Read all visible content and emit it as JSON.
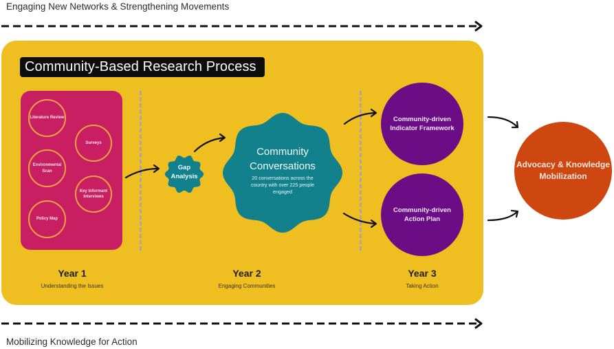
{
  "header": {
    "top_caption": "Engaging New Networks & Strengthening Movements",
    "bottom_caption": "Mobilizing Knowledge for Action"
  },
  "panel": {
    "title": "Community-Based Research Process"
  },
  "year1": {
    "methods": [
      {
        "label": "Literature Review"
      },
      {
        "label": "Surveys"
      },
      {
        "label": "Environmental Scan"
      },
      {
        "label": "Key Informant Interviews"
      },
      {
        "label": "Policy Map"
      }
    ],
    "title": "Year 1",
    "subtitle": "Understanding the Issues"
  },
  "year2": {
    "gap_analysis": "Gap Analysis",
    "conversations_title": "Community Conversations",
    "conversations_desc": "20 conversations across the country with over 225 people engaged",
    "title": "Year 2",
    "subtitle": "Engaging Communities"
  },
  "year3": {
    "indicator_framework": "Community-driven Indicator Framework",
    "action_plan": "Community-driven Action Plan",
    "title": "Year 3",
    "subtitle": "Taking Action"
  },
  "outcome": {
    "label": "Advocacy & Knowledge Mobilization"
  },
  "colors": {
    "panel": "#efbf22",
    "year1_box": "#c81f63",
    "method_ring": "#f6a142",
    "teal": "#12818c",
    "purple": "#6b0e85",
    "orange": "#cf4710"
  }
}
